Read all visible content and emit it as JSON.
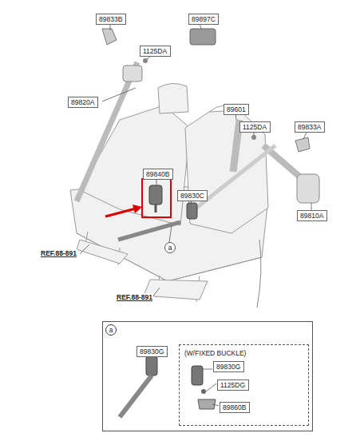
{
  "diagram": {
    "nodes": [
      {
        "text": [
          "89833B"
        ]
      },
      {
        "text": [
          "89897C"
        ]
      },
      {
        "text": [
          "1125DA"
        ]
      },
      {
        "text": [
          "89820A"
        ]
      },
      {
        "text": [
          "89601"
        ]
      },
      {
        "text": [
          "1125DA"
        ]
      },
      {
        "text": [
          "89833A"
        ]
      },
      {
        "text": [
          "89840B"
        ]
      },
      {
        "text": [
          "89830C"
        ]
      },
      {
        "text": [
          "89810A"
        ]
      },
      {
        "text": [
          "a"
        ]
      },
      {
        "text": [
          "a"
        ]
      },
      {
        "text": [
          "89830G"
        ],
        "in": 11
      },
      {
        "text": [
          "(W/FIXED BUCKLE)"
        ],
        "in": 11
      },
      {
        "text": [
          "89830G"
        ],
        "in": 13
      },
      {
        "text": [
          "1125DG"
        ],
        "in": 13
      },
      {
        "text": [
          "89860B"
        ],
        "in": 13
      }
    ],
    "labels": [
      "REF.88-891",
      "REF.88-891"
    ]
  }
}
